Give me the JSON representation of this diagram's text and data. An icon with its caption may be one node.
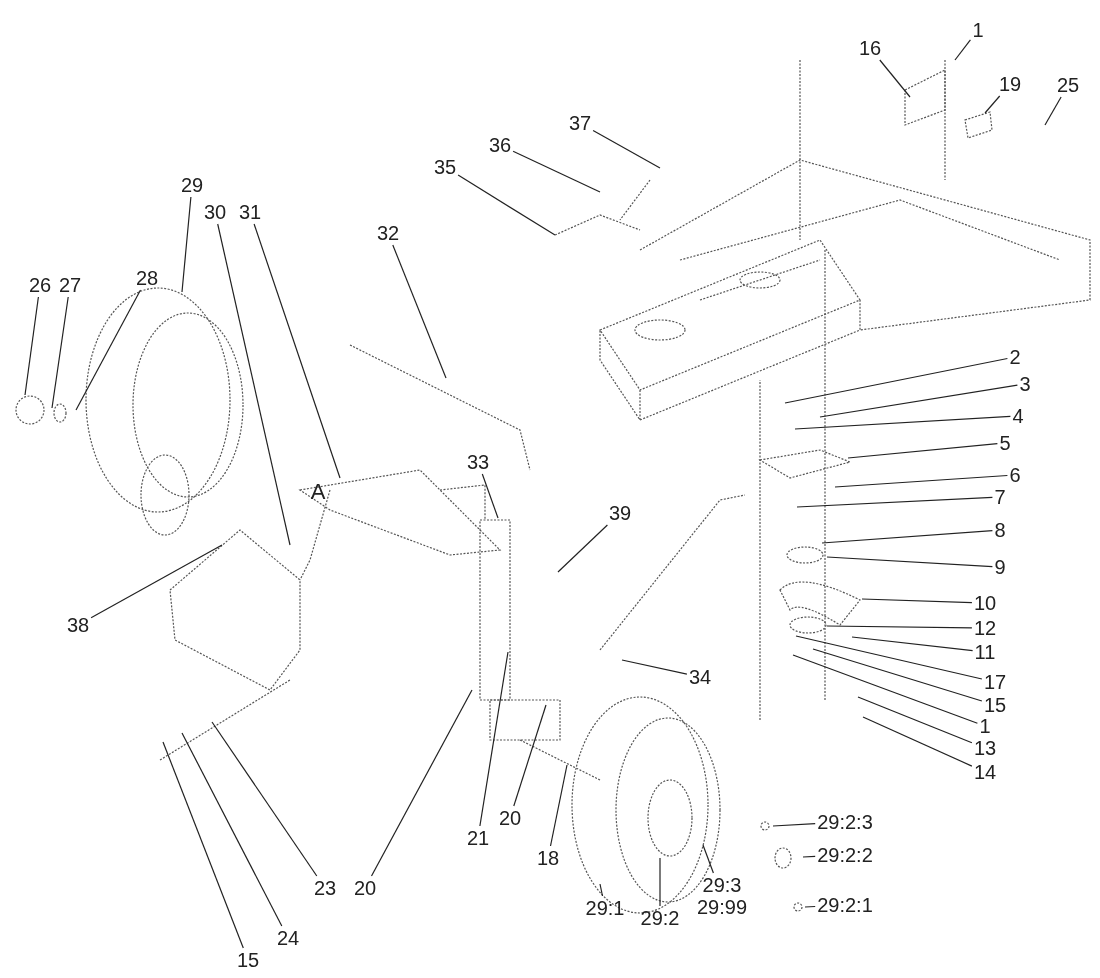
{
  "diagram": {
    "nodes": [
      {
        "text": [
          "1"
        ]
      },
      {
        "text": [
          "16"
        ]
      },
      {
        "text": [
          "19"
        ]
      },
      {
        "text": [
          "25"
        ]
      },
      {
        "text": [
          "37"
        ]
      },
      {
        "text": [
          "36"
        ]
      },
      {
        "text": [
          "35"
        ]
      },
      {
        "text": [
          "29"
        ]
      },
      {
        "text": [
          "30"
        ]
      },
      {
        "text": [
          "31"
        ]
      },
      {
        "text": [
          "32"
        ]
      },
      {
        "text": [
          "26"
        ]
      },
      {
        "text": [
          "27"
        ]
      },
      {
        "text": [
          "28"
        ]
      },
      {
        "text": [
          "2"
        ]
      },
      {
        "text": [
          "3"
        ]
      },
      {
        "text": [
          "4"
        ]
      },
      {
        "text": [
          "5"
        ]
      },
      {
        "text": [
          "6"
        ]
      },
      {
        "text": [
          "7"
        ]
      },
      {
        "text": [
          "33"
        ]
      },
      {
        "text": [
          "39"
        ]
      },
      {
        "text": [
          "8"
        ]
      },
      {
        "text": [
          "9"
        ]
      },
      {
        "text": [
          "10"
        ]
      },
      {
        "text": [
          "38"
        ]
      },
      {
        "text": [
          "12"
        ]
      },
      {
        "text": [
          "11"
        ]
      },
      {
        "text": [
          "34"
        ]
      },
      {
        "text": [
          "17"
        ]
      },
      {
        "text": [
          "15"
        ]
      },
      {
        "text": [
          "1"
        ]
      },
      {
        "text": [
          "13"
        ]
      },
      {
        "text": [
          "14"
        ]
      },
      {
        "text": [
          "20"
        ]
      },
      {
        "text": [
          "21"
        ]
      },
      {
        "text": [
          "18"
        ]
      },
      {
        "text": [
          "29:2:3"
        ]
      },
      {
        "text": [
          "29:2:2"
        ]
      },
      {
        "text": [
          "29:3",
          "29:99"
        ]
      },
      {
        "text": [
          "20"
        ]
      },
      {
        "text": [
          "23"
        ]
      },
      {
        "text": [
          "29:1"
        ]
      },
      {
        "text": [
          "29:2"
        ]
      },
      {
        "text": [
          "29:2:1"
        ]
      },
      {
        "text": [
          "24"
        ]
      },
      {
        "text": [
          "15"
        ]
      }
    ],
    "edges": [
      {
        "from": 0,
        "to": null,
        "arrow": "none"
      },
      {
        "from": 1,
        "to": null,
        "arrow": "none"
      },
      {
        "from": 2,
        "to": null,
        "arrow": "none"
      },
      {
        "from": 3,
        "to": null,
        "arrow": "none"
      },
      {
        "from": 4,
        "to": null,
        "arrow": "none"
      },
      {
        "from": 5,
        "to": null,
        "arrow": "none"
      },
      {
        "from": 6,
        "to": null,
        "arrow": "none"
      },
      {
        "from": 7,
        "to": null,
        "arrow": "none"
      },
      {
        "from": 8,
        "to": null,
        "arrow": "none"
      },
      {
        "from": 9,
        "to": null,
        "arrow": "none"
      },
      {
        "from": 10,
        "to": null,
        "arrow": "none"
      },
      {
        "from": 11,
        "to": null,
        "arrow": "none"
      },
      {
        "from": 12,
        "to": null,
        "arrow": "none"
      },
      {
        "from": 13,
        "to": null,
        "arrow": "none"
      },
      {
        "from": 14,
        "to": null,
        "arrow": "none"
      },
      {
        "from": 15,
        "to": null,
        "arrow": "none"
      },
      {
        "from": 16,
        "to": null,
        "arrow": "none"
      },
      {
        "from": 17,
        "to": null,
        "arrow": "none"
      },
      {
        "from": 18,
        "to": null,
        "arrow": "none"
      },
      {
        "from": 19,
        "to": null,
        "arrow": "none"
      },
      {
        "from": 20,
        "to": null,
        "arrow": "none"
      },
      {
        "from": 21,
        "to": null,
        "arrow": "none"
      },
      {
        "from": 22,
        "to": null,
        "arrow": "none"
      },
      {
        "from": 23,
        "to": null,
        "arrow": "none"
      },
      {
        "from": 24,
        "to": null,
        "arrow": "none"
      },
      {
        "from": 25,
        "to": null,
        "arrow": "none"
      },
      {
        "from": 26,
        "to": null,
        "arrow": "none"
      },
      {
        "from": 27,
        "to": null,
        "arrow": "none"
      },
      {
        "from": 28,
        "to": null,
        "arrow": "none"
      },
      {
        "from": 29,
        "to": null,
        "arrow": "none"
      },
      {
        "from": 30,
        "to": null,
        "arrow": "none"
      },
      {
        "from": 31,
        "to": null,
        "arrow": "none"
      },
      {
        "from": 32,
        "to": null,
        "arrow": "none"
      },
      {
        "from": 33,
        "to": null,
        "arrow": "none"
      },
      {
        "from": 34,
        "to": null,
        "arrow": "none"
      },
      {
        "from": 35,
        "to": null,
        "arrow": "none"
      },
      {
        "from": 36,
        "to": null,
        "arrow": "none"
      },
      {
        "from": 37,
        "to": null,
        "arrow": "none"
      },
      {
        "from": 38,
        "to": null,
        "arrow": "none"
      },
      {
        "from": 39,
        "to": null,
        "arrow": "none"
      },
      {
        "from": 40,
        "to": null,
        "arrow": "none"
      },
      {
        "from": 41,
        "to": null,
        "arrow": "none"
      },
      {
        "from": 42,
        "to": null,
        "arrow": "none"
      },
      {
        "from": 43,
        "to": null,
        "arrow": "none"
      },
      {
        "from": 44,
        "to": null,
        "arrow": "none"
      },
      {
        "from": 45,
        "to": null,
        "arrow": "none"
      },
      {
        "from": 46,
        "to": null,
        "arrow": "none"
      }
    ],
    "labels": [
      "A"
    ]
  }
}
